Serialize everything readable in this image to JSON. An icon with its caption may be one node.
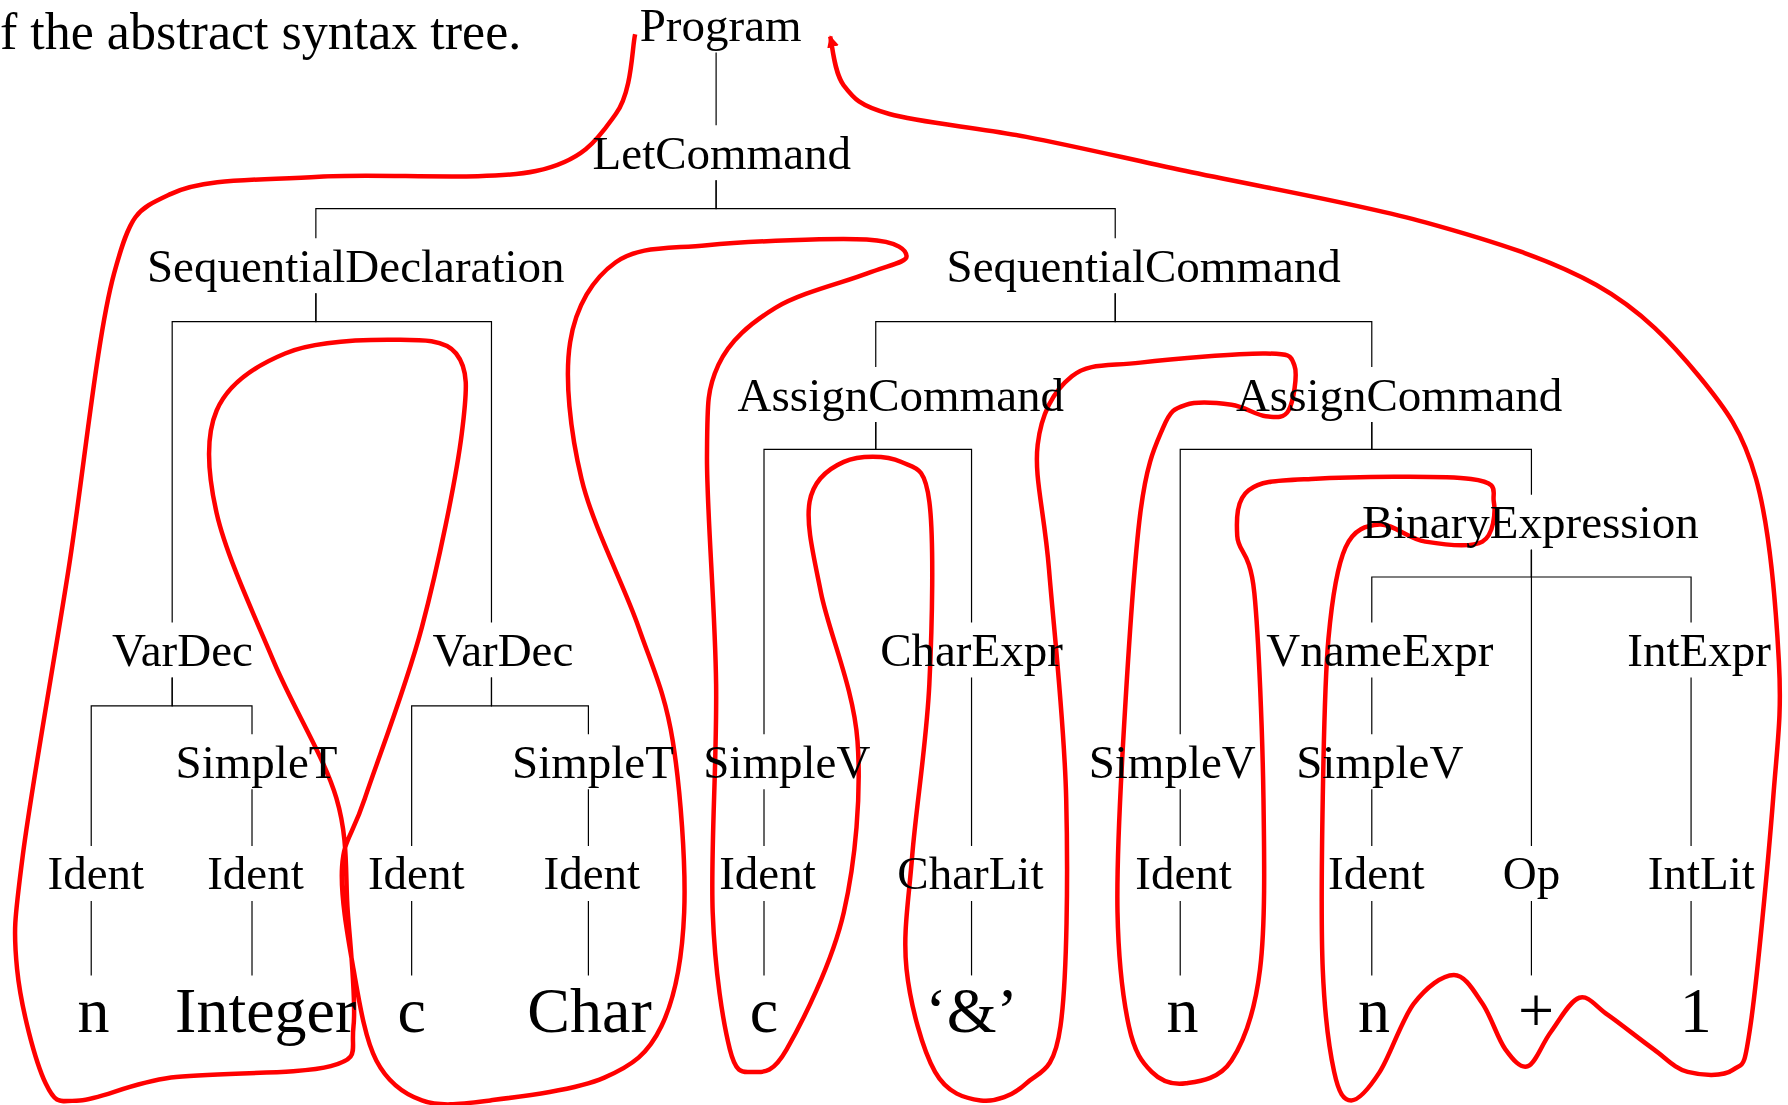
{
  "diagram": {
    "nodes": [
      {
        "text": [
          "Program"
        ]
      },
      {
        "text": [
          "LetCommand"
        ]
      },
      {
        "text": [
          "SequentialDeclaration"
        ]
      },
      {
        "text": [
          "SequentialCommand"
        ]
      },
      {
        "text": [
          "VarDec"
        ]
      },
      {
        "text": [
          "VarDec"
        ]
      },
      {
        "text": [
          "Ident"
        ]
      },
      {
        "text": [
          "SimpleT"
        ]
      },
      {
        "text": [
          "Ident"
        ]
      },
      {
        "text": [
          "n"
        ]
      },
      {
        "text": [
          "Integer"
        ]
      },
      {
        "text": [
          "Ident"
        ]
      },
      {
        "text": [
          "SimpleT"
        ]
      },
      {
        "text": [
          "Ident"
        ]
      },
      {
        "text": [
          "c"
        ]
      },
      {
        "text": [
          "Char"
        ]
      },
      {
        "text": [
          "AssignCommand"
        ]
      },
      {
        "text": [
          "AssignCommand"
        ]
      },
      {
        "text": [
          "SimpleV"
        ]
      },
      {
        "text": [
          "CharExpr"
        ]
      },
      {
        "text": [
          "Ident"
        ]
      },
      {
        "text": [
          "c"
        ]
      },
      {
        "text": [
          "CharLit"
        ]
      },
      {
        "text": [
          "‘&’"
        ]
      },
      {
        "text": [
          "SimpleV"
        ]
      },
      {
        "text": [
          "BinaryExpression"
        ]
      },
      {
        "text": [
          "Ident"
        ]
      },
      {
        "text": [
          "n"
        ]
      },
      {
        "text": [
          "VnameExpr"
        ]
      },
      {
        "text": [
          "Op"
        ]
      },
      {
        "text": [
          "IntExpr"
        ]
      },
      {
        "text": [
          "SimpleV"
        ]
      },
      {
        "text": [
          "Ident"
        ]
      },
      {
        "text": [
          "n"
        ]
      },
      {
        "text": [
          "+"
        ]
      },
      {
        "text": [
          "IntLit"
        ]
      },
      {
        "text": [
          "1"
        ]
      }
    ],
    "edges": [
      {
        "from": 0,
        "to": 1,
        "arrow": "none"
      },
      {
        "from": 1,
        "to": 2,
        "arrow": "none"
      },
      {
        "from": 1,
        "to": 3,
        "arrow": "none"
      },
      {
        "from": 2,
        "to": 4,
        "arrow": "none"
      },
      {
        "from": 2,
        "to": 5,
        "arrow": "none"
      },
      {
        "from": 4,
        "to": 6,
        "arrow": "none"
      },
      {
        "from": 4,
        "to": 7,
        "arrow": "none"
      },
      {
        "from": 7,
        "to": 8,
        "arrow": "none"
      },
      {
        "from": 6,
        "to": 9,
        "arrow": "none"
      },
      {
        "from": 8,
        "to": 10,
        "arrow": "none"
      },
      {
        "from": 5,
        "to": 11,
        "arrow": "none"
      },
      {
        "from": 5,
        "to": 12,
        "arrow": "none"
      },
      {
        "from": 12,
        "to": 13,
        "arrow": "none"
      },
      {
        "from": 11,
        "to": 14,
        "arrow": "none"
      },
      {
        "from": 13,
        "to": 15,
        "arrow": "none"
      },
      {
        "from": 3,
        "to": 16,
        "arrow": "none"
      },
      {
        "from": 3,
        "to": 17,
        "arrow": "none"
      },
      {
        "from": 16,
        "to": 18,
        "arrow": "none"
      },
      {
        "from": 16,
        "to": 19,
        "arrow": "none"
      },
      {
        "from": 18,
        "to": 20,
        "arrow": "none"
      },
      {
        "from": 20,
        "to": 21,
        "arrow": "none"
      },
      {
        "from": 19,
        "to": 22,
        "arrow": "none"
      },
      {
        "from": 22,
        "to": 23,
        "arrow": "none"
      },
      {
        "from": 17,
        "to": 24,
        "arrow": "none"
      },
      {
        "from": 17,
        "to": 25,
        "arrow": "none"
      },
      {
        "from": 24,
        "to": 26,
        "arrow": "none"
      },
      {
        "from": 26,
        "to": 27,
        "arrow": "none"
      },
      {
        "from": 25,
        "to": 28,
        "arrow": "none"
      },
      {
        "from": 25,
        "to": 29,
        "arrow": "none"
      },
      {
        "from": 25,
        "to": 30,
        "arrow": "none"
      },
      {
        "from": 28,
        "to": 31,
        "arrow": "none"
      },
      {
        "from": 31,
        "to": 32,
        "arrow": "none"
      },
      {
        "from": 32,
        "to": 33,
        "arrow": "none"
      },
      {
        "from": 29,
        "to": 34,
        "arrow": "none"
      },
      {
        "from": 30,
        "to": 35,
        "arrow": "none"
      },
      {
        "from": 35,
        "to": 36,
        "arrow": "none"
      },
      {
        "from": 0,
        "to": 0,
        "arrow": "to",
        "style": "thick",
        "color": "#ff0000"
      }
    ],
    "labels": [
      "f the abstract syntax tree."
    ]
  }
}
